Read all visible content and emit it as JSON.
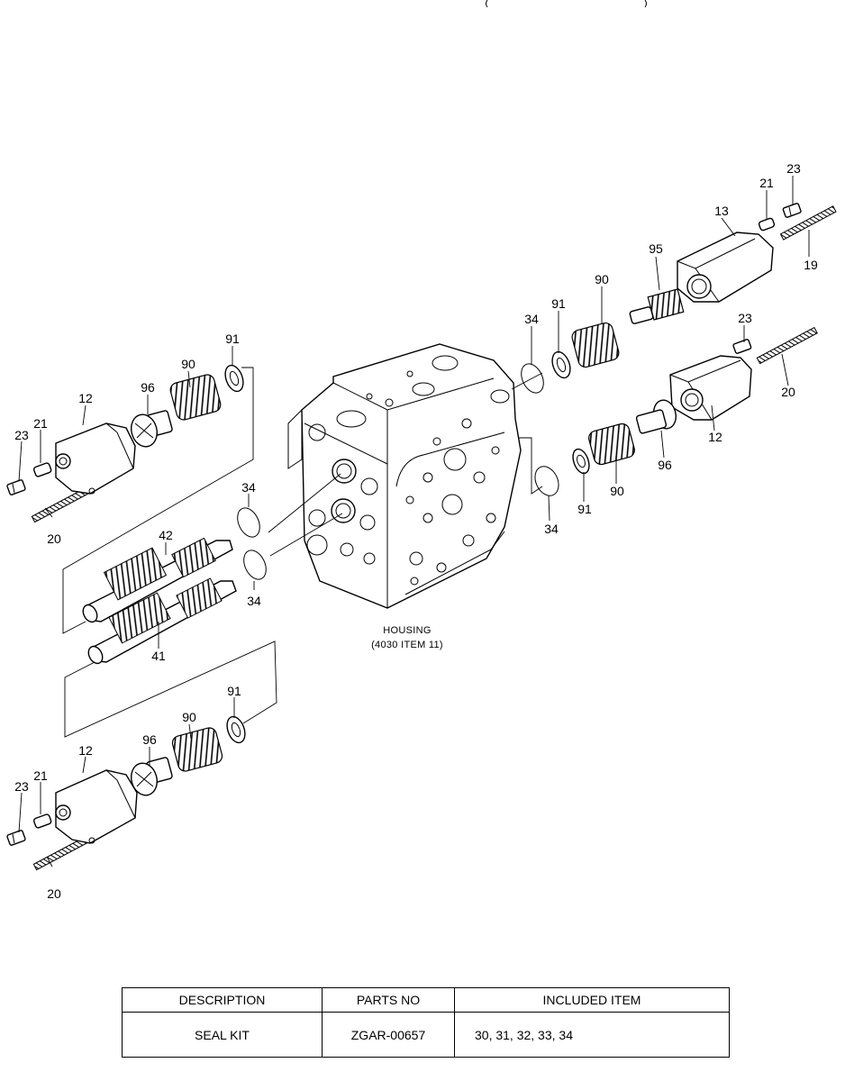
{
  "labels": [
    {
      "id": "c13",
      "text": "13"
    },
    {
      "id": "c21t",
      "text": "21"
    },
    {
      "id": "c23t",
      "text": "23"
    },
    {
      "id": "c19",
      "text": "19"
    },
    {
      "id": "c95",
      "text": "95"
    },
    {
      "id": "c90t",
      "text": "90"
    },
    {
      "id": "c91t",
      "text": "91"
    },
    {
      "id": "c34t",
      "text": "34"
    },
    {
      "id": "c23m",
      "text": "23"
    },
    {
      "id": "c20r",
      "text": "20"
    },
    {
      "id": "c12r",
      "text": "12"
    },
    {
      "id": "c96r",
      "text": "96"
    },
    {
      "id": "c90r",
      "text": "90"
    },
    {
      "id": "c91r",
      "text": "91"
    },
    {
      "id": "c34r",
      "text": "34"
    },
    {
      "id": "c91l",
      "text": "91"
    },
    {
      "id": "c90l",
      "text": "90"
    },
    {
      "id": "c96l",
      "text": "96"
    },
    {
      "id": "c12l",
      "text": "12"
    },
    {
      "id": "c21l",
      "text": "21"
    },
    {
      "id": "c23l",
      "text": "23"
    },
    {
      "id": "c20l",
      "text": "20"
    },
    {
      "id": "c34a",
      "text": "34"
    },
    {
      "id": "c42",
      "text": "42"
    },
    {
      "id": "c34b",
      "text": "34"
    },
    {
      "id": "c41",
      "text": "41"
    },
    {
      "id": "c91b",
      "text": "91"
    },
    {
      "id": "c90b",
      "text": "90"
    },
    {
      "id": "c96b",
      "text": "96"
    },
    {
      "id": "c12b",
      "text": "12"
    },
    {
      "id": "c21b",
      "text": "21"
    },
    {
      "id": "c23b",
      "text": "23"
    },
    {
      "id": "c20b",
      "text": "20"
    }
  ],
  "housing": {
    "line1": "HOUSING",
    "line2": "(4030 ITEM 11)"
  },
  "table": {
    "headers": [
      "DESCRIPTION",
      "PARTS NO",
      "INCLUDED ITEM"
    ],
    "row": [
      "SEAL KIT",
      "ZGAR-00657",
      "30, 31, 32, 33, 34"
    ]
  }
}
